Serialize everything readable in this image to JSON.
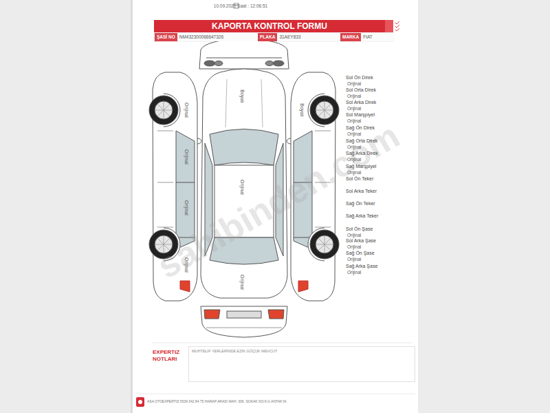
{
  "diagram": {
    "title": "KAPORTA KONTROL FORMU",
    "nodes": [
      {
        "text": [
          "ŞASİ NO",
          "NM432300066647326"
        ]
      },
      {
        "text": [
          "PLAKA",
          "31AEY833"
        ]
      },
      {
        "text": [
          "MARKA",
          "FIAT"
        ]
      },
      {
        "text": [
          "EXPERTIZ NOTLARI",
          "MUHTELİF YERLERİNDE EZİK GÖÇÜK MEVCUT"
        ]
      }
    ],
    "labels": [
      "10.09.2020 Saat : 12:06:51",
      "Orijinal",
      "Boyalı",
      "Boyalı",
      "Orijinal",
      "Orijinal",
      "Orijinal",
      "Orijinal",
      "Orijinal",
      "Sol Ön Direk",
      "Orijinal",
      "Sol Orta Direk",
      "Orijinal",
      "Sol Arka Direk",
      "Orijinal",
      "Sol Marşpiyel",
      "Orijinal",
      "Sağ Ön Direk",
      "Orijinal",
      "Sağ Orta Direk",
      "Orijinal",
      "Sağ Arka Direk",
      "Orijinal",
      "Sağ Marşpiyel",
      "Orijinal",
      "Sol Ön Teker",
      "Sol Arka Teker",
      "Sağ Ön Teker",
      "Sağ Arka Teker",
      "Sol Ön Şase",
      "Orijinal",
      "Sol Arka Şase",
      "Orijinal",
      "Sağ Ön Şase",
      "Orijinal",
      "Sağ Arka Şase",
      "Orijinal",
      "ASA OTOEXPERTIZ 0539 342 84 75 HARAP ARASI MAH. 306. SOKAK NO:6 G ANTAKYA",
      "sahibinden.com"
    ]
  }
}
